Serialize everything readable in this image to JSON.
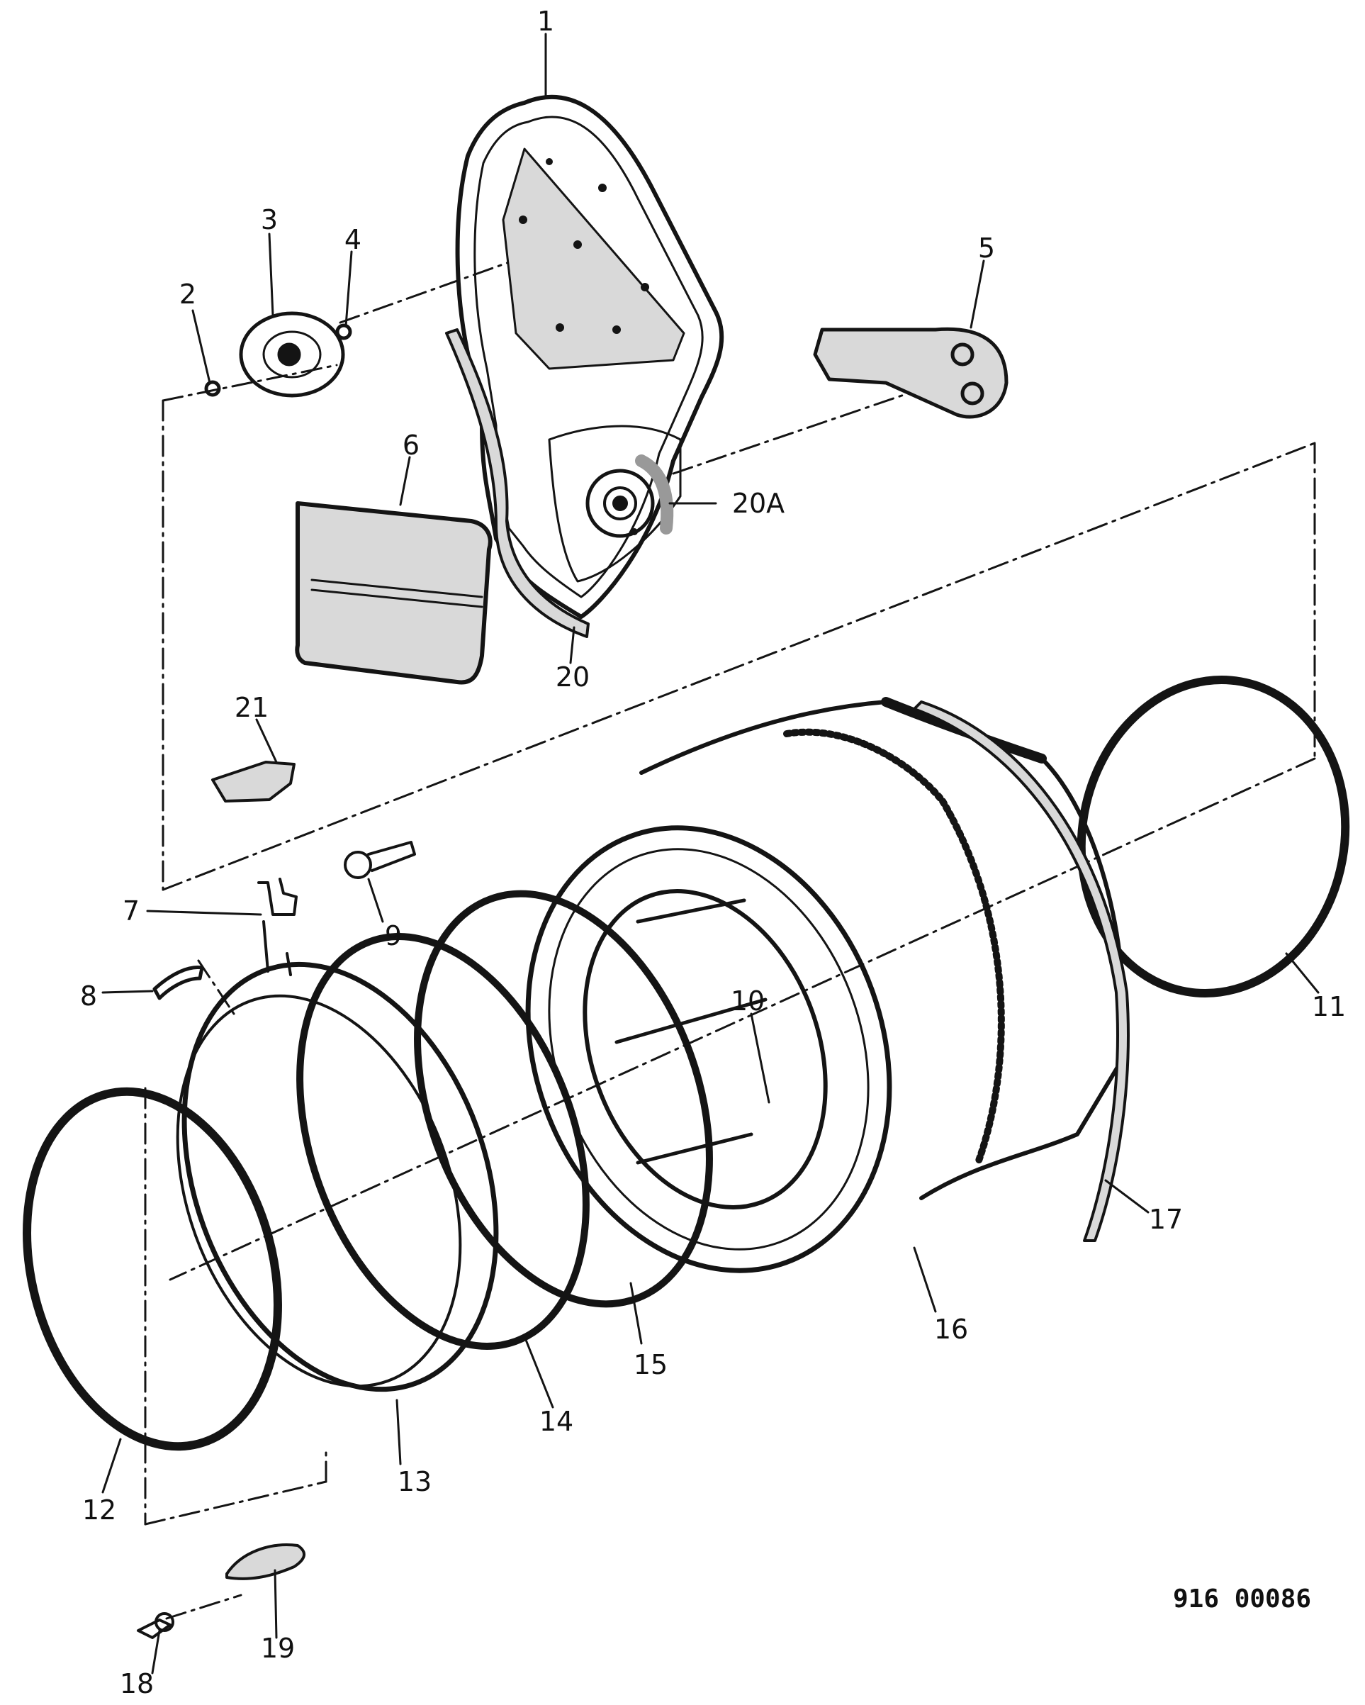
{
  "diagram": {
    "callouts": [
      "1",
      "2",
      "3",
      "4",
      "5",
      "6",
      "20A",
      "20",
      "21",
      "7",
      "9",
      "8",
      "10",
      "11",
      "12",
      "13",
      "14",
      "15",
      "16",
      "17",
      "18",
      "19"
    ],
    "drawing_number": "916 00086"
  },
  "colors": {
    "ink": "#141414",
    "paper": "#ffffff",
    "stipple": "#d9d9d9"
  }
}
